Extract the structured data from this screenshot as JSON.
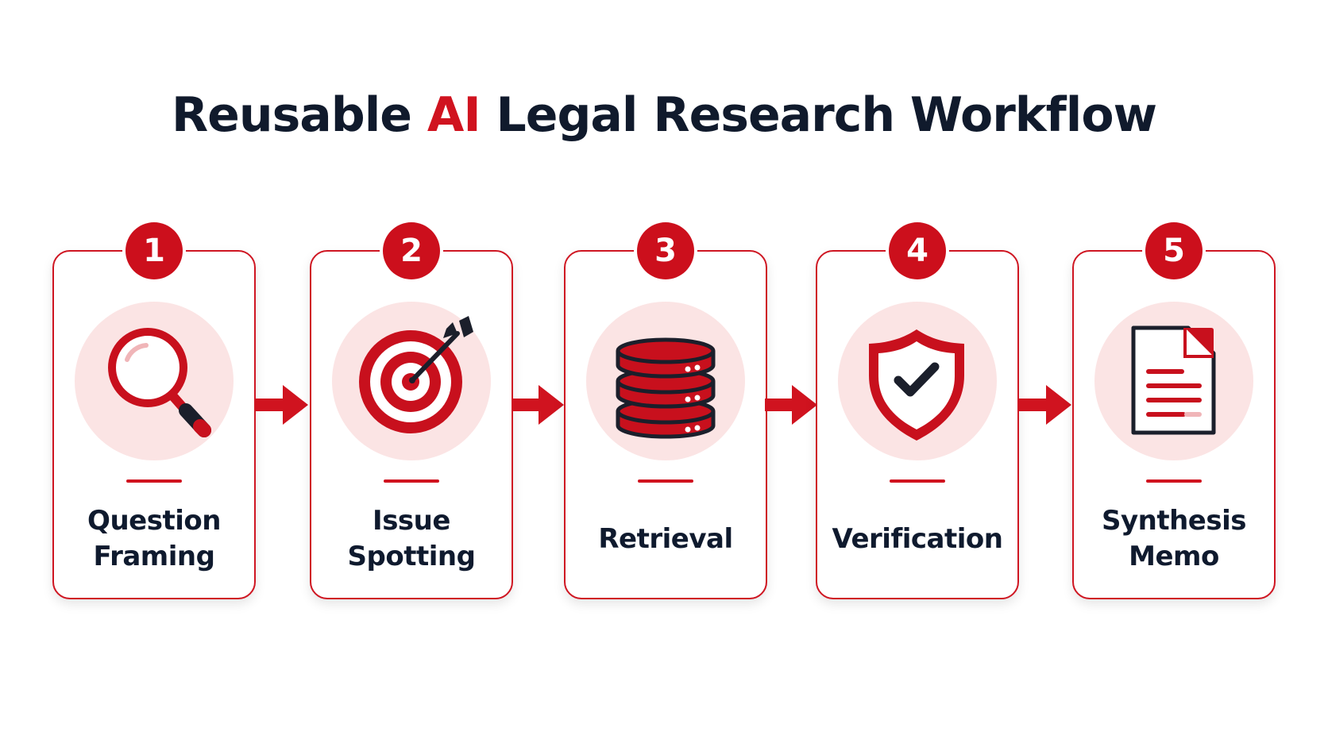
{
  "title": {
    "before": "Reusable ",
    "accent": "AI",
    "after": " Legal Research Workflow"
  },
  "colors": {
    "accent": "#d0131f",
    "icon_background": "#fbe4e4",
    "text": "#101a2c"
  },
  "steps": [
    {
      "number": "1",
      "label": "Question\nFraming",
      "icon": "magnifying-glass-icon"
    },
    {
      "number": "2",
      "label": "Issue\nSpotting",
      "icon": "target-icon"
    },
    {
      "number": "3",
      "label": "Retrieval",
      "icon": "database-icon"
    },
    {
      "number": "4",
      "label": "Verification",
      "icon": "shield-check-icon"
    },
    {
      "number": "5",
      "label": "Synthesis\nMemo",
      "icon": "document-icon"
    }
  ]
}
